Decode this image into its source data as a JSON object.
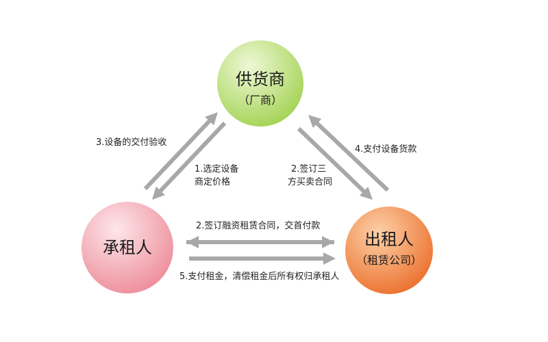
{
  "nodes": {
    "supplier": {
      "name": "供货商",
      "sub": "（厂商）"
    },
    "lessee": {
      "name": "承租人"
    },
    "lessor": {
      "name": "出租人",
      "sub": "（租赁公司）"
    }
  },
  "labels": {
    "acceptance": "3.设备的交付验收",
    "select_line1": "1.选定设备",
    "select_line2": "商定价格",
    "tripartite_line1": "2.签订三",
    "tripartite_line2": "方买卖合同",
    "payment": "4.支付设备货款",
    "finance_contract": "2.签订融资租赁合同，交首付款",
    "rent": "5.支付租金，清偿租金后所有权归承租人"
  },
  "colors": {
    "supplier_light": "#eef8d6",
    "supplier_dark": "#9ed04a",
    "lessee_light": "#fde6ea",
    "lessee_dark": "#ec8794",
    "lessor_light": "#fdd0a8",
    "lessor_dark": "#ea6a25",
    "arrow": "#a8a8a8"
  }
}
